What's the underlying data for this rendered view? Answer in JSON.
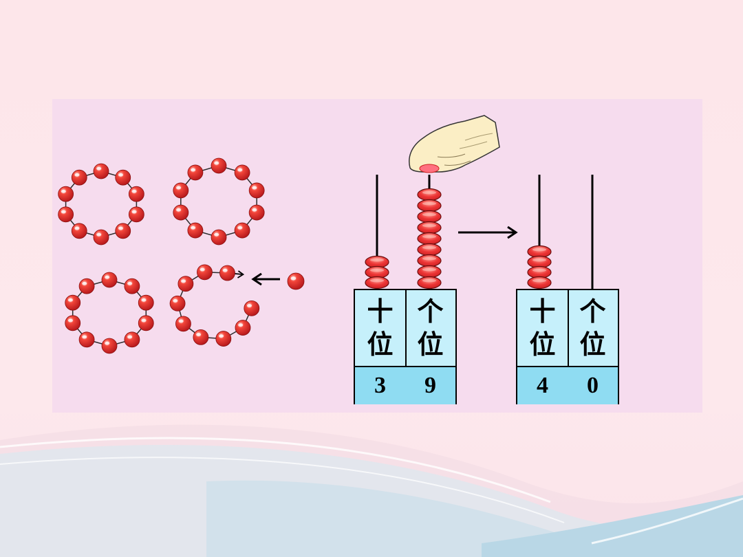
{
  "abacus_before": {
    "tens_label_1": "十",
    "tens_label_2": "位",
    "ones_label_1": "个",
    "ones_label_2": "位",
    "tens_digit": "3",
    "ones_digit": "9"
  },
  "abacus_after": {
    "tens_label_1": "十",
    "tens_label_2": "位",
    "ones_label_1": "个",
    "ones_label_2": "位",
    "tens_digit": "4",
    "ones_digit": "0"
  },
  "colors": {
    "bead_red": "#e8262c",
    "panel": "#f6dcee",
    "box_top": "#c6f0fb",
    "box_bottom": "#8fdcf2"
  }
}
